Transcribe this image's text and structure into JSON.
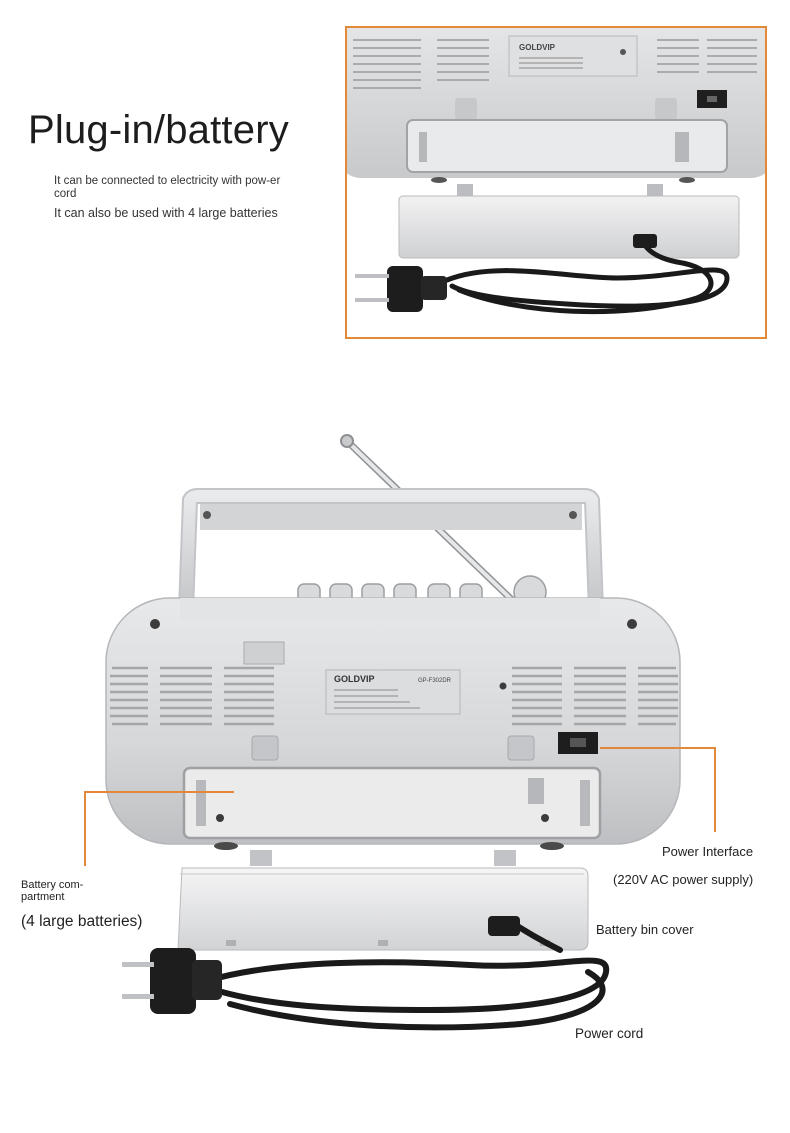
{
  "header": {
    "title": "Plug-in/battery",
    "description_line1": "It can be connected to electricity with pow-er cord",
    "description_line2": "It can also be used with 4 large batteries"
  },
  "product": {
    "brand": "GOLDVIP",
    "model": "GP-F302DR"
  },
  "callouts": {
    "power_interface": "Power Interface",
    "power_supply": "(220V AC power supply)",
    "battery_compartment": "Battery com-partment",
    "battery_count": "(4 large batteries)",
    "battery_cover": "Battery bin cover",
    "power_cord": "Power cord"
  },
  "colors": {
    "accent": "#e1883b",
    "body_silver": "#d9dadb",
    "cord": "#1a1a1a"
  }
}
